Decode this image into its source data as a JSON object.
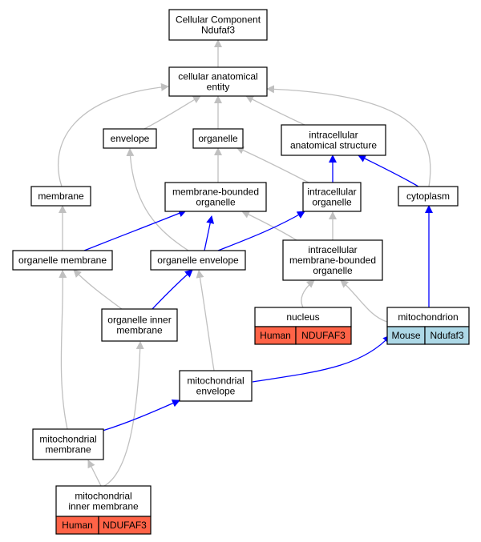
{
  "nodes": {
    "root": [
      "Cellular Component",
      "Ndufaf3"
    ],
    "cae": [
      "cellular anatomical",
      "entity"
    ],
    "envelope": [
      "envelope"
    ],
    "organelle": [
      "organelle"
    ],
    "ias": [
      "intracellular",
      "anatomical structure"
    ],
    "membrane": [
      "membrane"
    ],
    "mbo": [
      "membrane-bounded",
      "organelle"
    ],
    "io": [
      "intracellular",
      "organelle"
    ],
    "cytoplasm": [
      "cytoplasm"
    ],
    "om": [
      "organelle membrane"
    ],
    "oe": [
      "organelle envelope"
    ],
    "imbo": [
      "intracellular",
      "membrane-bounded",
      "organelle"
    ],
    "oim": [
      "organelle inner",
      "membrane"
    ],
    "nucleus": [
      "nucleus"
    ],
    "mito": [
      "mitochondrion"
    ],
    "me": [
      "mitochondrial",
      "envelope"
    ],
    "mm": [
      "mitochondrial",
      "membrane"
    ],
    "mim": [
      "mitochondrial",
      "inner membrane"
    ]
  },
  "annotations": {
    "nucleus": {
      "species": "Human",
      "gene": "NDUFAF3"
    },
    "mito": {
      "species": "Mouse",
      "gene": "Ndufaf3"
    },
    "mim": {
      "species": "Human",
      "gene": "NDUFAF3"
    }
  },
  "colors": {
    "human_cell": "#ff6347",
    "mouse_cell": "#add8e6",
    "is_a_edge": "#c0c0c0",
    "part_of_edge": "#0000ff"
  }
}
